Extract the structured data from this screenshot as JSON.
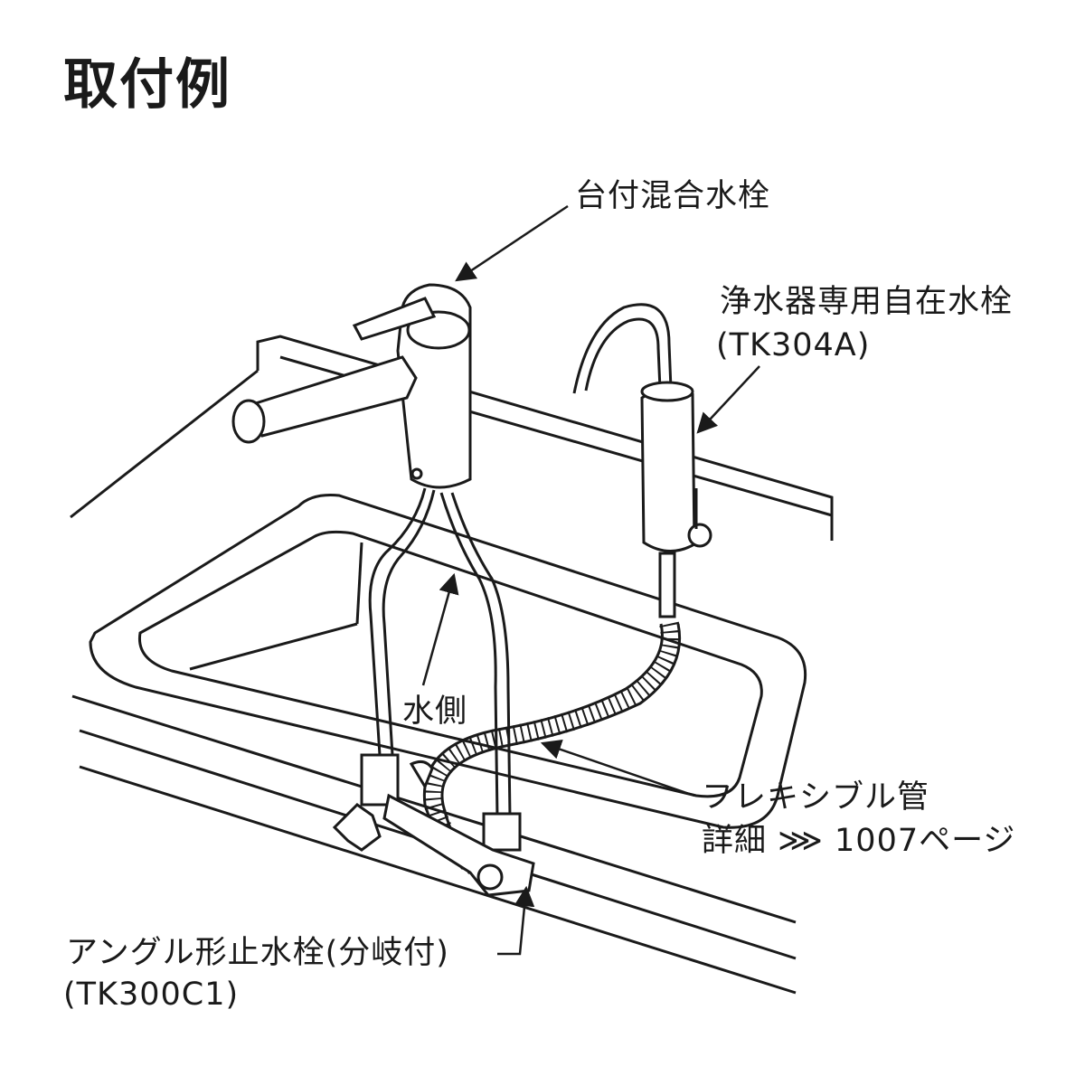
{
  "title": "取付例",
  "labels": {
    "mixer_faucet": "台付混合水栓",
    "purifier_faucet_name": "浄水器専用自在水栓",
    "purifier_faucet_model": "(TK304A)",
    "water_side": "水側",
    "flexible_pipe_name": "フレキシブル管",
    "flexible_pipe_detail": "詳細 ⋙ 1007ページ",
    "angle_valve_name": "アングル形止水栓(分岐付)",
    "angle_valve_model": "(TK300C1)"
  }
}
